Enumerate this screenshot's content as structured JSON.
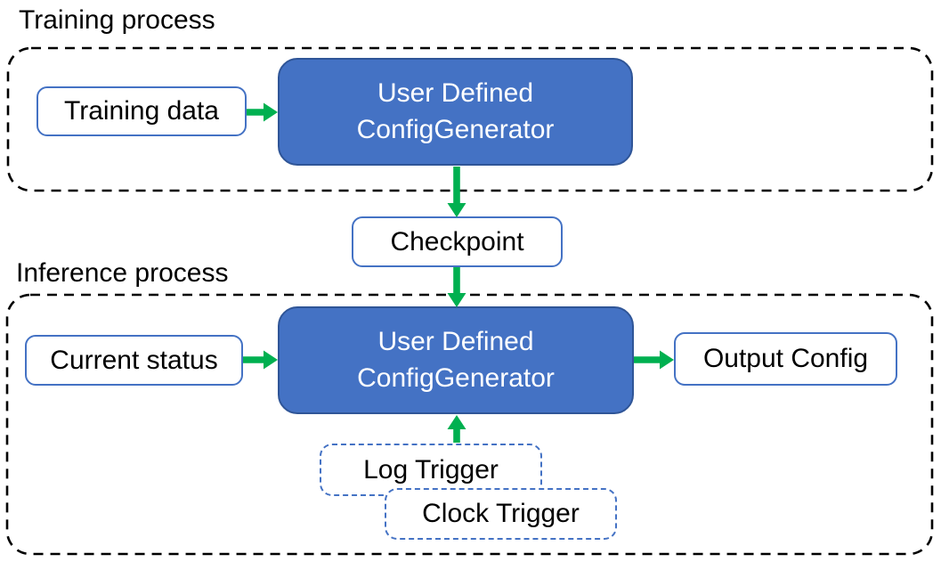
{
  "diagram": {
    "sections": {
      "training": {
        "label": "Training process"
      },
      "inference": {
        "label": "Inference process"
      }
    },
    "nodes": {
      "training_data": {
        "label": "Training data"
      },
      "train_generator": {
        "line1": "User Defined",
        "line2": "ConfigGenerator"
      },
      "checkpoint": {
        "label": "Checkpoint"
      },
      "current_status": {
        "label": "Current status"
      },
      "infer_generator": {
        "line1": "User Defined",
        "line2": "ConfigGenerator"
      },
      "output_config": {
        "label": "Output Config"
      },
      "log_trigger": {
        "label": "Log Trigger"
      },
      "clock_trigger": {
        "label": "Clock Trigger"
      }
    },
    "colors": {
      "node_fill_blue": "#4472C4",
      "node_border_blue": "#2F5597",
      "light_node_border": "#4472C4",
      "arrow_green": "#00B050",
      "container_border": "#000000",
      "text_dark": "#000000",
      "text_light": "#FFFFFF"
    }
  }
}
